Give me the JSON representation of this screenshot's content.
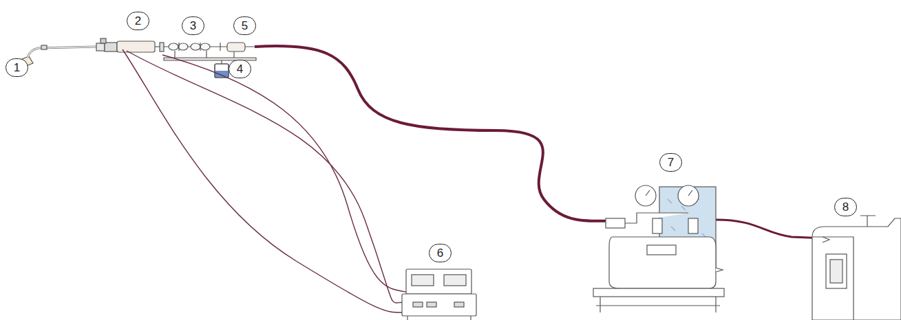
{
  "diagram": {
    "labels": [
      "1",
      "2",
      "3",
      "5",
      "4",
      "6",
      "7",
      "8"
    ]
  }
}
